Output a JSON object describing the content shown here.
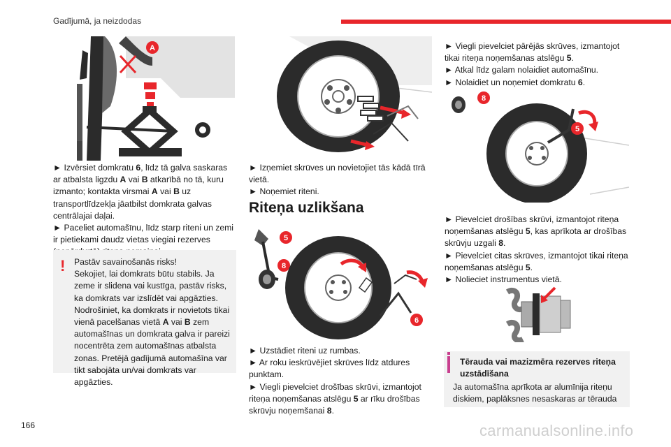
{
  "header": {
    "title": "Gadījumā, ja neizdodas"
  },
  "page_number": "166",
  "watermark": "carmanualsonline.info",
  "left_column": {
    "paragraphs": [
      [
        {
          "t": "► Izvērsiet domkratu "
        },
        {
          "t": "6",
          "b": true
        },
        {
          "t": ", līdz tā galva saskaras ar atbalsta ligzdu "
        },
        {
          "t": "A",
          "b": true
        },
        {
          "t": " vai "
        },
        {
          "t": "B",
          "b": true
        },
        {
          "t": " atkarībā no tā, kuru izmanto; kontakta virsmai "
        },
        {
          "t": "A",
          "b": true
        },
        {
          "t": " vai "
        },
        {
          "t": "B",
          "b": true
        },
        {
          "t": " uz transportlīdzekļa jāatbilst domkrata galvas centrālajai daļai."
        }
      ],
      [
        {
          "t": "► Paceliet automašīnu, līdz starp riteni un zemi ir pietiekami daudz vietas viegiai rezerves (nepārdurtā) riteņa nomaiņai."
        }
      ]
    ],
    "warning": {
      "mark": "!",
      "paragraphs": [
        [
          {
            "t": "Pastāv savainošanās risks!"
          }
        ],
        [
          {
            "t": "Sekojiet, lai domkrats būtu stabils. Ja zeme ir slidena vai kustīga, pastāv risks, ka domkrats var izslīdēt vai apgāzties."
          }
        ],
        [
          {
            "t": "Nodrošiniet, ka domkrats ir novietots tikai vienā pacelšanas vietā "
          },
          {
            "t": "A",
            "b": true
          },
          {
            "t": " vai "
          },
          {
            "t": "B",
            "b": true
          },
          {
            "t": " zem automašīnas un domkrata galva ir pareizi nocentrēta zem automašīnas atbalsta zonas. Pretējā gadījumā automašīna var tikt sabojāta un/vai domkrats var apgāzties."
          }
        ]
      ]
    }
  },
  "middle_column": {
    "top_paragraphs": [
      [
        {
          "t": "► Izņemiet skrūves un novietojiet tās kādā tīrā vietā."
        }
      ],
      [
        {
          "t": "► Noņemiet riteni."
        }
      ]
    ],
    "section_title": "Riteņa uzlikšana",
    "bottom_paragraphs": [
      [
        {
          "t": "► Uzstādiet riteni uz rumbas."
        }
      ],
      [
        {
          "t": "► Ar roku ieskrūvējiet skrūves līdz atdures punktam."
        }
      ],
      [
        {
          "t": "► Viegli pievelciet drošības skrūvi, izmantojot riteņa noņemšanas atslēgu "
        },
        {
          "t": "5",
          "b": true
        },
        {
          "t": " ar rīku drošības skrūvju noņemšanai "
        },
        {
          "t": "8",
          "b": true
        },
        {
          "t": "."
        }
      ]
    ]
  },
  "right_column": {
    "top_paragraphs": [
      [
        {
          "t": "► Viegli pievelciet pārējās skrūves, izmantojot tikai riteņa noņemšanas atslēgu "
        },
        {
          "t": "5",
          "b": true
        },
        {
          "t": "."
        }
      ],
      [
        {
          "t": "► Atkal līdz galam nolaidiet automašīnu."
        }
      ],
      [
        {
          "t": "► Nolaidiet un noņemiet domkratu "
        },
        {
          "t": "6",
          "b": true
        },
        {
          "t": "."
        }
      ]
    ],
    "middle_paragraphs": [
      [
        {
          "t": "► Pievelciet drošības skrūvi, izmantojot riteņa noņemšanas atslēgu "
        },
        {
          "t": "5",
          "b": true
        },
        {
          "t": ", kas aprīkota ar drošības skrūvju uzgali "
        },
        {
          "t": "8",
          "b": true
        },
        {
          "t": "."
        }
      ],
      [
        {
          "t": "► Pievelciet citas skrūves, izmantojot tikai riteņa noņemšanas atslēgu "
        },
        {
          "t": "5",
          "b": true
        },
        {
          "t": "."
        }
      ],
      [
        {
          "t": "► Nolieciet instrumentus vietā."
        }
      ]
    ],
    "info": {
      "title": "Tērauda vai mazizmēra rezerves riteņa uzstādīšana",
      "text": "Ja automašīna aprīkota ar alumīnija riteņu diskiem, paplāksnes nesaskaras ar tērauda"
    }
  },
  "callouts": {
    "jack_point": "A",
    "wrench": "5",
    "jack": "6",
    "security_tool": "8"
  },
  "colors": {
    "accent_red": "#e8262b",
    "info_magenta": "#c93f8f",
    "box_grey": "#f1f1f1"
  }
}
